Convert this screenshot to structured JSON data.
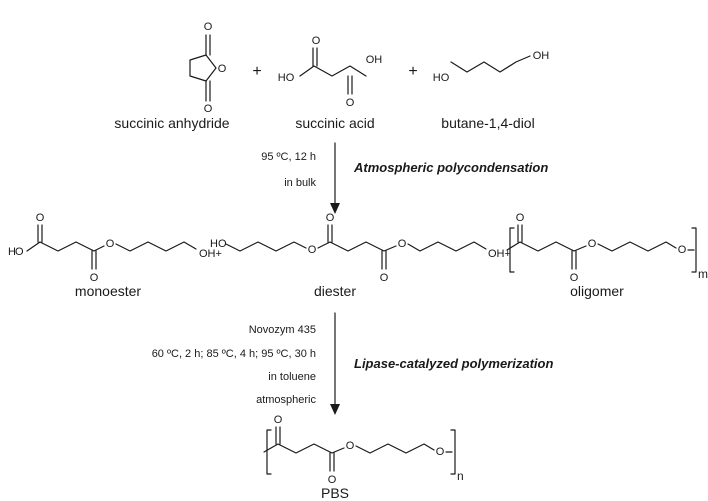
{
  "compounds": {
    "succinic_anhydride": "succinic anhydride",
    "succinic_acid": "succinic acid",
    "butanediol": "butane-1,4-diol",
    "monoester": "monoester",
    "diester": "diester",
    "oligomer": "oligomer",
    "pbs": "PBS"
  },
  "atoms": {
    "O": "O",
    "HO": "HO",
    "OH": "OH",
    "H": "H",
    "OHplus": "OH+"
  },
  "operators": {
    "plus": "+"
  },
  "subscripts": {
    "m": "m",
    "n": "n"
  },
  "step1": {
    "conditions": [
      "95 ºC, 12 h",
      "in bulk"
    ],
    "process": "Atmospheric polycondensation"
  },
  "step2": {
    "conditions": [
      "Novozym 435",
      "60 ºC, 2 h; 85 ºC, 4 h; 95 ºC, 30 h",
      "in toluene",
      "atmospheric"
    ],
    "process": "Lipase-catalyzed polymerization"
  }
}
